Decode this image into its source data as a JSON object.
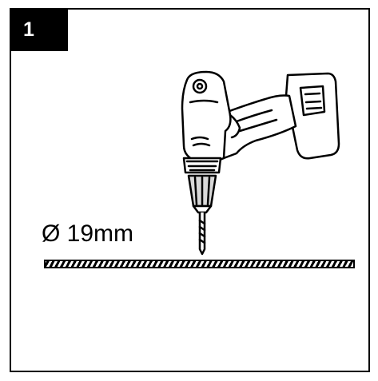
{
  "step": {
    "number": "1"
  },
  "dimension": {
    "label": "Ø 19mm"
  },
  "colors": {
    "ink": "#000000",
    "paper": "#ffffff",
    "shade": "#d9d9d9"
  },
  "icons": {
    "drill": "cordless-drill-icon",
    "surface": "hatched-surface"
  }
}
